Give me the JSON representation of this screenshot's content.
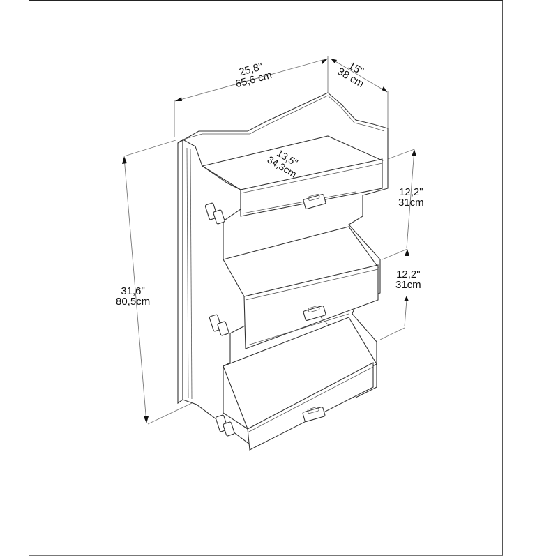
{
  "diagram": {
    "subject": "three-tier shelf unit with drawers",
    "stroke_color": "#333333",
    "background": "#ffffff"
  },
  "dimensions": {
    "width": {
      "inches": "25,8\"",
      "cm": "65,6 cm"
    },
    "depth": {
      "inches": "15\"",
      "cm": "38 cm"
    },
    "inner_depth": {
      "inches": "13,5\"",
      "cm": "34,3cm"
    },
    "shelf_gap_upper": {
      "inches": "12,2\"",
      "cm": "31cm"
    },
    "shelf_gap_lower": {
      "inches": "12,2\"",
      "cm": "31cm"
    },
    "height": {
      "inches": "31,6\"",
      "cm": "80,5cm"
    }
  }
}
